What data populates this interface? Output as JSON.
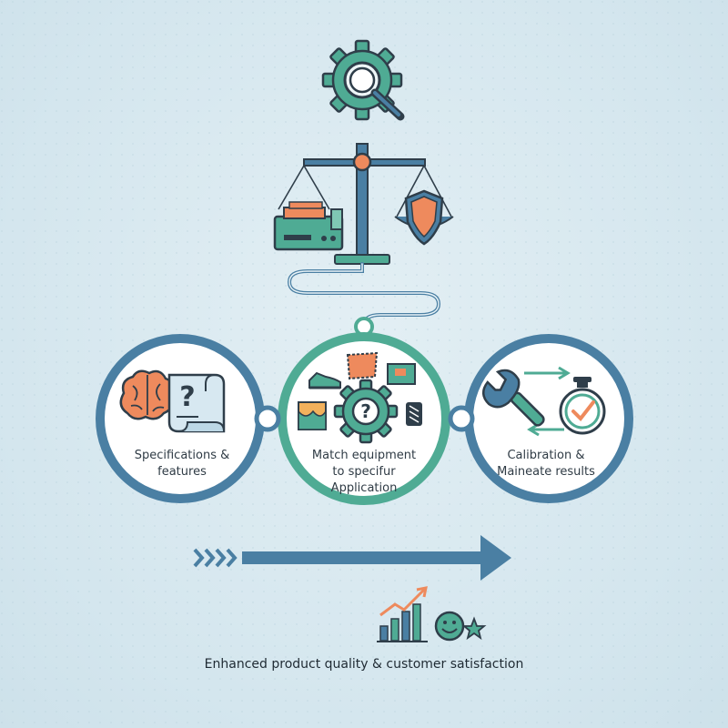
{
  "steps": [
    {
      "line1": "Specifications &",
      "line2": "features",
      "line3": ""
    },
    {
      "line1": "Match equipment",
      "line2": "to specifur",
      "line3": "Application"
    },
    {
      "line1": "Calibration &",
      "line2": "Maineate results",
      "line3": ""
    }
  ],
  "caption": "Enhanced product quality & customer satisfaction",
  "colors": {
    "blue": "#4a7fa3",
    "teal": "#4fab94",
    "orange": "#ee8a5d",
    "dark": "#2f3e4a"
  },
  "icons": [
    "gear-magnifier-icon",
    "balance-scale-icon",
    "machine-icon",
    "shield-icon",
    "brain-icon",
    "question-document-icon",
    "shoe-icon",
    "gear-question-icon",
    "wrench-icon",
    "stopwatch-check-icon",
    "bar-chart-trend-icon",
    "smiley-icon",
    "star-icon"
  ]
}
